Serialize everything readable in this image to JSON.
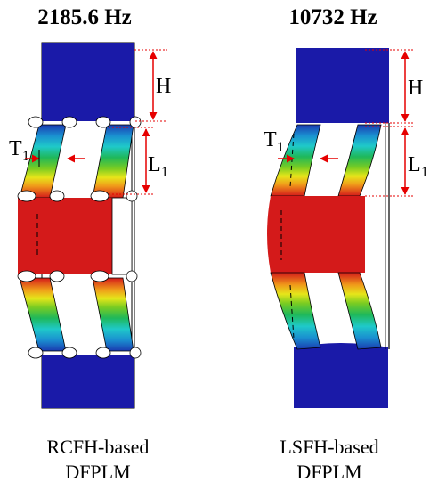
{
  "left": {
    "frequency": "2185.6 Hz",
    "caption_line1": "RCFH-based",
    "caption_line2": "DFPLM",
    "label_t": "T",
    "label_l": "L",
    "label_h": "H",
    "sub": "1"
  },
  "right": {
    "frequency": "10732 Hz",
    "caption_line1": "LSFH-based",
    "caption_line2": "DFPLM",
    "label_t": "T",
    "label_l": "L",
    "label_h": "H",
    "sub": "1"
  },
  "colors": {
    "end_block": "#1a1aa8",
    "center_block": "#d41a1a",
    "dimension": "#e60000",
    "outline": "#000000"
  }
}
